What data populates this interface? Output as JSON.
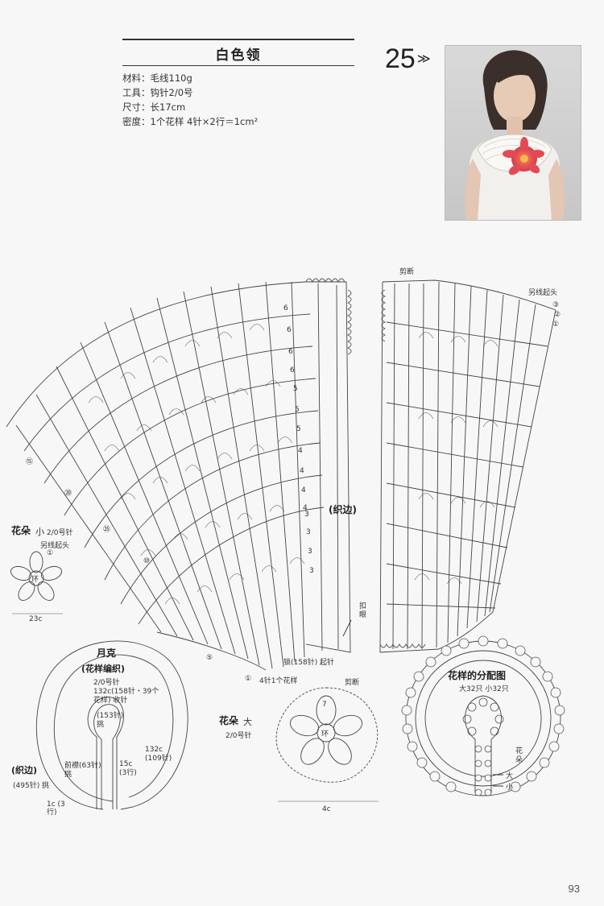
{
  "header": {
    "title": "白色领",
    "pattern_number": "25",
    "pattern_arrow": "≫"
  },
  "specs": {
    "material": "材料：毛线110g",
    "tool": "工具：钩针2/0号",
    "size": "尺寸：长17cm",
    "gauge": "密度：1个花样 4针×2行＝1cm²"
  },
  "collar_labels": {
    "cut_left": "剪断",
    "other_yarn_start": "另线起头",
    "edge": "(织边)",
    "buttonhole": "扣眼",
    "chain_start": "锁(158针) 起针",
    "four_in_one": "4针1个花样",
    "row_numbers": [
      "6",
      "6",
      "6",
      "6",
      "5",
      "5",
      "5",
      "4",
      "4",
      "4",
      "4",
      "3",
      "3",
      "3",
      "3"
    ],
    "edge_markers": [
      "①",
      "②",
      "③"
    ],
    "circled_rows": [
      "⑮",
      "⑳",
      "㉕",
      "⑩",
      "⑤",
      "①"
    ]
  },
  "small_flower": {
    "title": "花朵",
    "size_word": "小",
    "hook": "2/0号针",
    "start": "另线起头",
    "center": "环",
    "marker": "①",
    "width": "23c"
  },
  "big_flower": {
    "title": "花朵",
    "size_word": "大",
    "hook": "2/0号针",
    "cut": "剪断",
    "center": "环",
    "marker": "7",
    "width": "4c"
  },
  "moon_collar": {
    "title": "月克",
    "subtitle": "(花样编织)",
    "hook": "2/0号针",
    "top_note": "132c(158针・39个花样) 收针",
    "inner_pick": "(153针) 挑",
    "front_placket": "前襟(63针) 挑",
    "depth": "15c (3行)",
    "right_note": "132c (109针)",
    "edge": "(织边)",
    "left_pick": "(495针) 挑",
    "bottom": "1c (3行)"
  },
  "layout_diagram": {
    "title": "花样的分配图",
    "counts": "大32只 小32只",
    "flower_label": "花朵",
    "big": "大",
    "small": "小"
  },
  "page_number": "93"
}
